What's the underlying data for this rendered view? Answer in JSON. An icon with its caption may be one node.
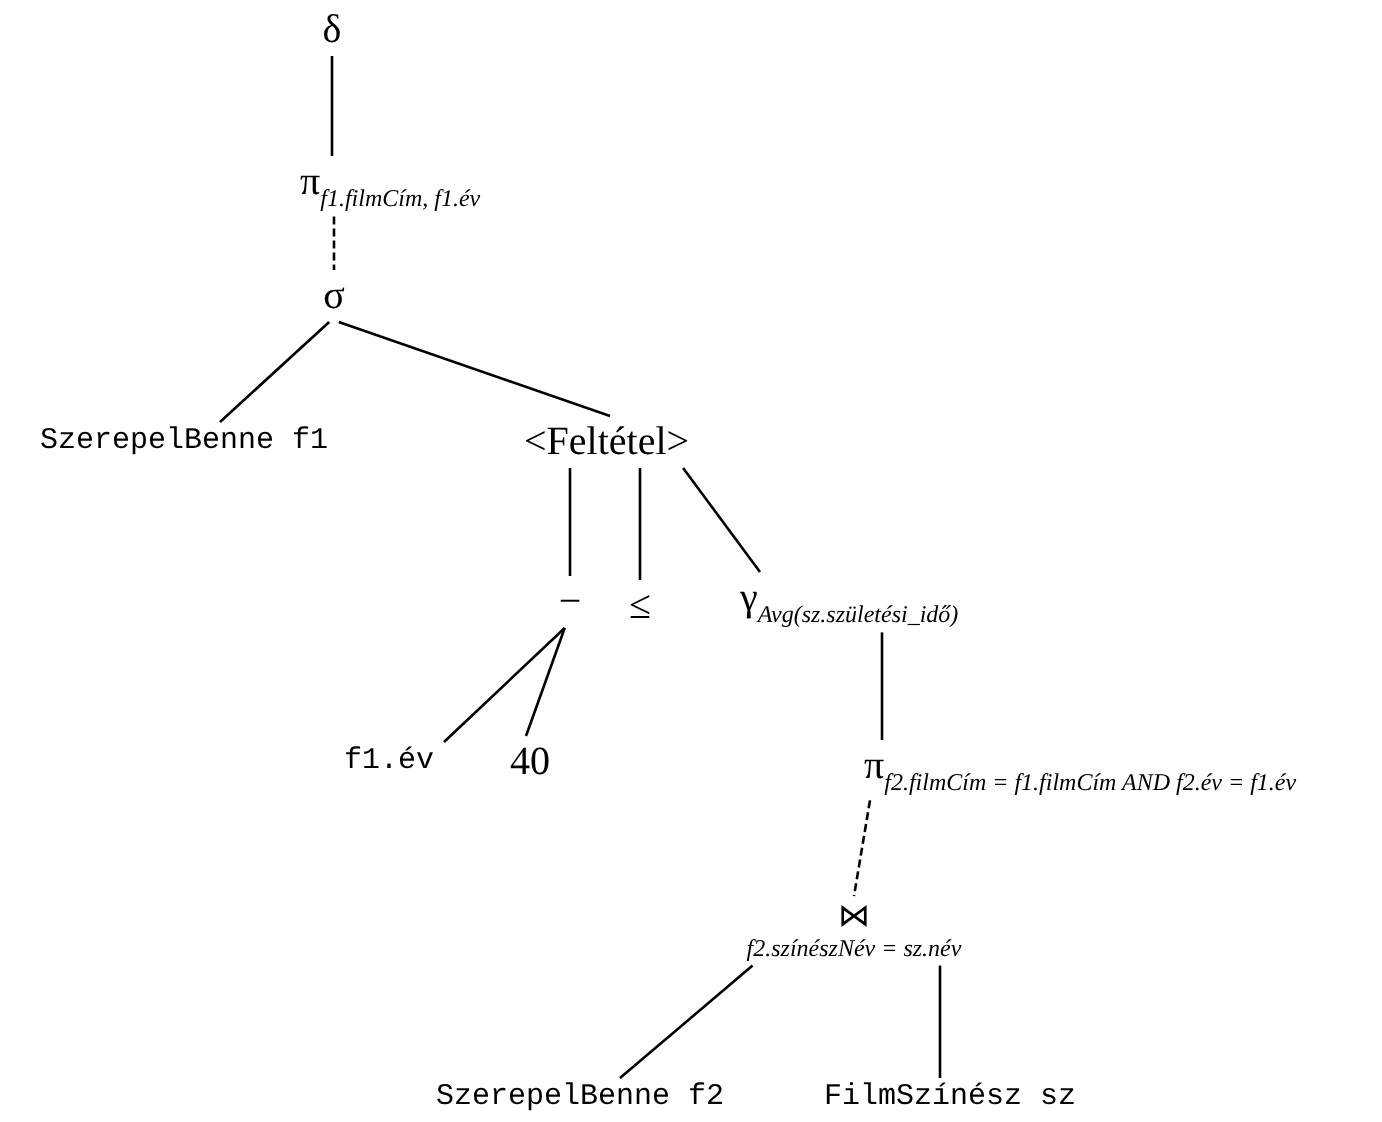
{
  "diagram": {
    "nodes": [
      {
        "text": [
          "δ"
        ]
      },
      {
        "text": [
          "π$_{f1.filmCím, f1.év}$"
        ]
      },
      {
        "text": [
          "σ"
        ]
      },
      {
        "text": [
          "SzerepelBenne f1"
        ]
      },
      {
        "text": [
          "<Feltétel>"
        ]
      },
      {
        "text": [
          "−"
        ]
      },
      {
        "text": [
          "≤"
        ]
      },
      {
        "text": [
          "γ$_{Avg(sz.születési_idő)}$"
        ]
      },
      {
        "text": [
          "f1.év"
        ]
      },
      {
        "text": [
          "40"
        ]
      },
      {
        "text": [
          "π$_{f2.filmCím = f1.filmCím AND f2.év = f1.év}$"
        ]
      },
      {
        "text": [
          "⋈",
          "f2.színészNév = sz.név"
        ]
      },
      {
        "text": [
          "SzerepelBenne f2"
        ]
      },
      {
        "text": [
          "FilmSzínész sz"
        ]
      }
    ],
    "edges": [
      {
        "from": 0,
        "to": 1,
        "arrow": "none"
      },
      {
        "from": 1,
        "to": 2,
        "arrow": "none",
        "style": "dashed"
      },
      {
        "from": 2,
        "to": 3,
        "arrow": "none"
      },
      {
        "from": 2,
        "to": 4,
        "arrow": "none"
      },
      {
        "from": 4,
        "to": 5,
        "arrow": "none"
      },
      {
        "from": 4,
        "to": 6,
        "arrow": "none"
      },
      {
        "from": 4,
        "to": 7,
        "arrow": "none"
      },
      {
        "from": 5,
        "to": 8,
        "arrow": "none"
      },
      {
        "from": 5,
        "to": 9,
        "arrow": "none"
      },
      {
        "from": 7,
        "to": 10,
        "arrow": "none"
      },
      {
        "from": 10,
        "to": 11,
        "arrow": "none",
        "style": "dashed"
      },
      {
        "from": 11,
        "to": 12,
        "arrow": "none"
      },
      {
        "from": 11,
        "to": 13,
        "arrow": "none"
      }
    ]
  }
}
